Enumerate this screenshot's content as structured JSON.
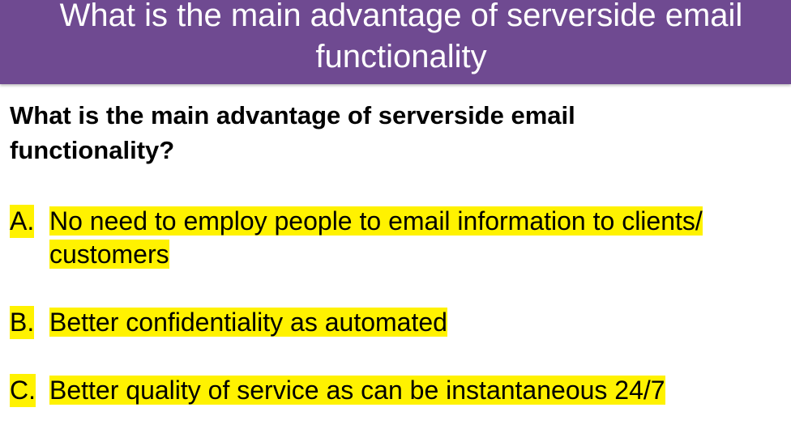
{
  "slide": {
    "title": "What is the main advantage of serverside email functionality",
    "question": "What is the main advantage of serverside email functionality?",
    "options": [
      {
        "letter": "A.",
        "text": "No need to employ people to email information to clients/ customers"
      },
      {
        "letter": "B.",
        "text": "Better confidentiality as automated"
      },
      {
        "letter": "C.",
        "text": "Better quality of service as can be instantaneous 24/7"
      }
    ],
    "colors": {
      "title_bar": "#6f4a91",
      "highlight": "#fff200"
    }
  }
}
